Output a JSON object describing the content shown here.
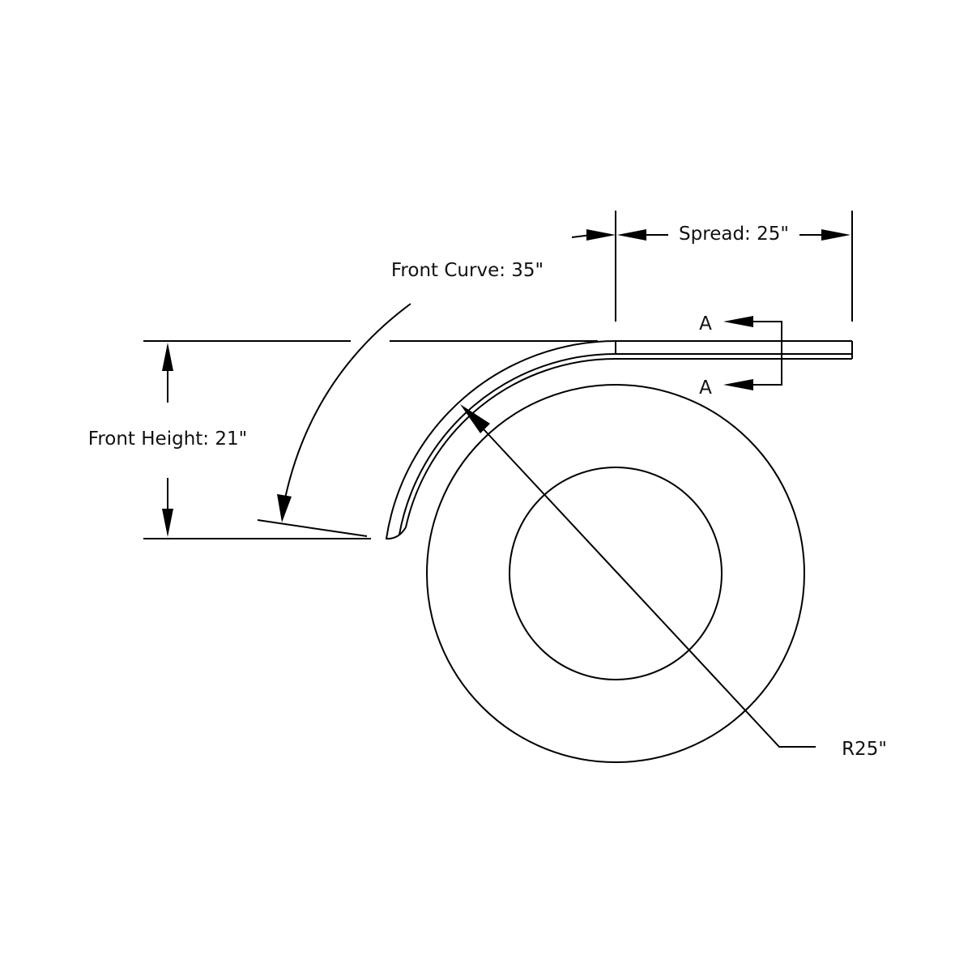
{
  "labels": {
    "spread": "Spread: 25\"",
    "front_curve": "Front Curve: 35\"",
    "front_height": "Front Height: 21\"",
    "radius": "R25\"",
    "section_a_top": "A",
    "section_a_bottom": "A"
  },
  "colors": {
    "line": "#000000",
    "background": "#ffffff"
  }
}
